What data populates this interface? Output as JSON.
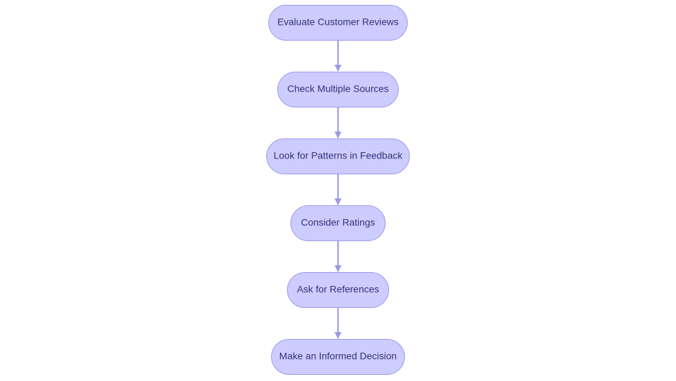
{
  "flowchart": {
    "colors": {
      "node_fill": "#ccccff",
      "node_stroke": "#9999ee",
      "node_text": "#333377",
      "edge": "#9999e6"
    },
    "nodes": [
      {
        "id": "evaluate-customer-reviews",
        "label": "Evaluate Customer Reviews"
      },
      {
        "id": "check-multiple-sources",
        "label": "Check Multiple Sources"
      },
      {
        "id": "look-for-patterns",
        "label": "Look for Patterns in Feedback"
      },
      {
        "id": "consider-ratings",
        "label": "Consider Ratings"
      },
      {
        "id": "ask-for-references",
        "label": "Ask for References"
      },
      {
        "id": "make-informed-decision",
        "label": "Make an Informed Decision"
      }
    ],
    "edges": [
      {
        "from": "evaluate-customer-reviews",
        "to": "check-multiple-sources"
      },
      {
        "from": "check-multiple-sources",
        "to": "look-for-patterns"
      },
      {
        "from": "look-for-patterns",
        "to": "consider-ratings"
      },
      {
        "from": "consider-ratings",
        "to": "ask-for-references"
      },
      {
        "from": "ask-for-references",
        "to": "make-informed-decision"
      }
    ]
  }
}
